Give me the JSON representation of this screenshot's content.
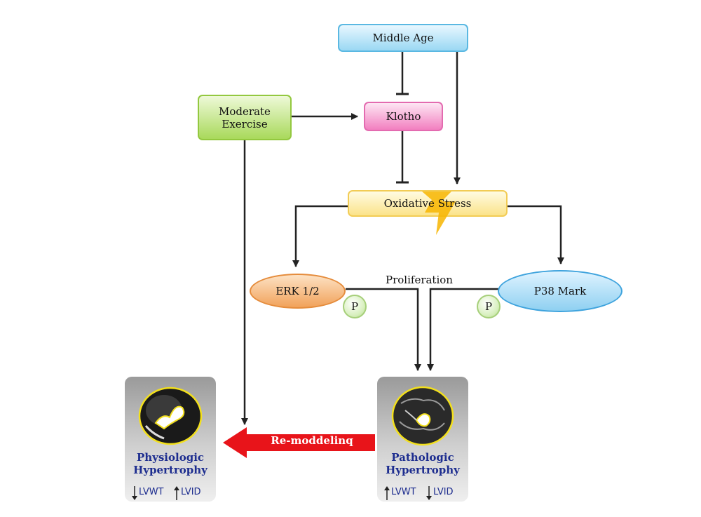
{
  "nodes": {
    "middle_age": "Middle Age",
    "klotho": "Klotho",
    "moderate_exercise_line1": "Moderate",
    "moderate_exercise_line2": "Exercise",
    "oxidative_stress": "Oxidative Stress",
    "erk": "ERK 1/2",
    "p38": "P38 Mark",
    "phospho": "P"
  },
  "labels": {
    "proliferation": "Proliferation",
    "remodeling": "Re-moddelinq"
  },
  "outcomes": {
    "physiologic": {
      "line1": "Physiologic",
      "line2": "Hypertrophy",
      "metric1": "LVWT",
      "metric2": "LVID"
    },
    "pathologic": {
      "line1": "Pathologic",
      "line2": "Hypertrophy",
      "metric1": "LVWT",
      "metric2": "LVID"
    }
  },
  "colors": {
    "remodel_arrow": "#e8141a",
    "connector": "#222222",
    "outcome_text": "#1d2d8f"
  }
}
